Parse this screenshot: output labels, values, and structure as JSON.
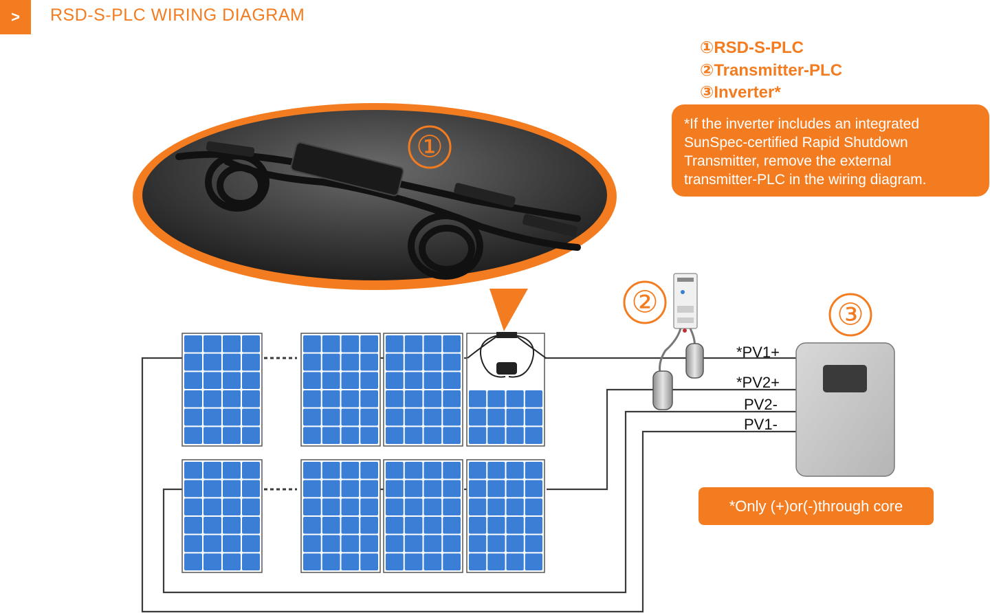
{
  "header": {
    "badge": ">",
    "title": "RSD-S-PLC WIRING DIAGRAM"
  },
  "legend": {
    "items": [
      "①RSD-S-PLC",
      "②Transmitter-PLC",
      "③Inverter*"
    ]
  },
  "note": {
    "lines": [
      "*If the inverter includes an integrated",
      "SunSpec-certified Rapid Shutdown",
      "Transmitter, remove the external",
      "transmitter-PLC in the wiring diagram."
    ]
  },
  "callouts": {
    "rsd": "①",
    "transmitter": "②",
    "inverter": "③"
  },
  "wire_labels": {
    "pv1_plus": "*PV1+",
    "pv2_plus": "*PV2+",
    "pv2_minus": "PV2-",
    "pv1_minus": "PV1-"
  },
  "core_note": "*Only (+)or(-)through core",
  "colors": {
    "accent": "#f47c20",
    "panel_cell": "#3a7fd5",
    "panel_grid": "#ffffff",
    "wire": "#3a3a3a",
    "inverter_body": "#c8c8c8"
  }
}
